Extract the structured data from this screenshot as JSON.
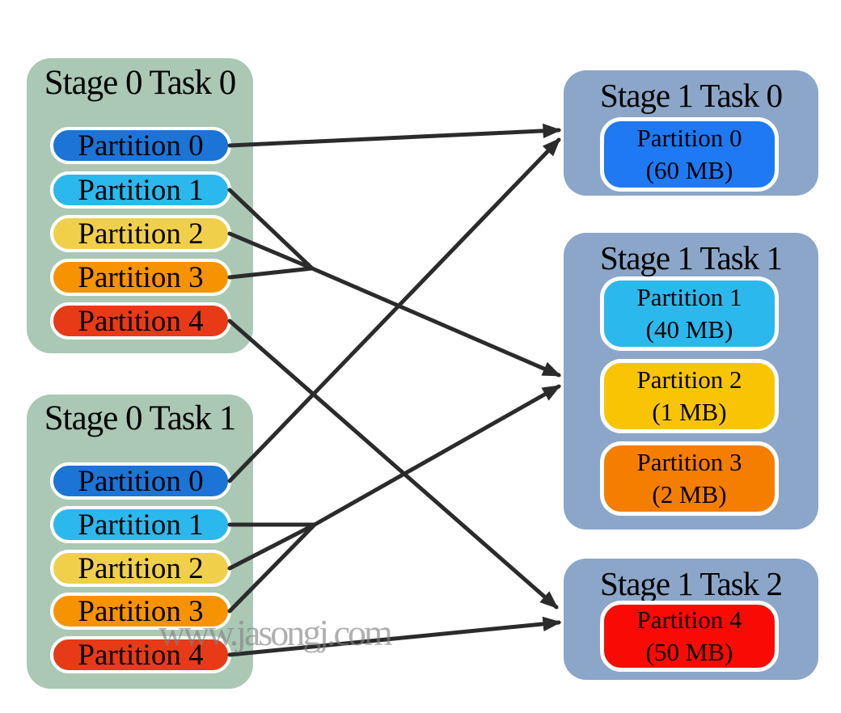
{
  "watermark": {
    "text": "www.jasongj.com"
  },
  "colors": {
    "background": "#ffffff",
    "stage0_box": "#aac8b4",
    "stage1_box": "#8ba6c8",
    "arrow": "#2b2b2b",
    "watermark": "#808080",
    "partition_border": "#ffffff"
  },
  "stage0_tasks": [
    {
      "title": "Stage 0 Task 0",
      "partitions": [
        {
          "label": "Partition 0",
          "color": "#1b74d6"
        },
        {
          "label": "Partition 1",
          "color": "#2bb8ec"
        },
        {
          "label": "Partition 2",
          "color": "#f0cf4b"
        },
        {
          "label": "Partition 3",
          "color": "#f79300"
        },
        {
          "label": "Partition 4",
          "color": "#e83a16"
        }
      ]
    },
    {
      "title": "Stage 0 Task 1",
      "partitions": [
        {
          "label": "Partition 0",
          "color": "#1b74d6"
        },
        {
          "label": "Partition 1",
          "color": "#2bb8ec"
        },
        {
          "label": "Partition 2",
          "color": "#f0cf4b"
        },
        {
          "label": "Partition 3",
          "color": "#f79300"
        },
        {
          "label": "Partition 4",
          "color": "#e83a16"
        }
      ]
    }
  ],
  "stage1_tasks": [
    {
      "title": "Stage 1 Task 0",
      "partitions": [
        {
          "label": "Partition 0",
          "size": "(60 MB)",
          "color": "#1e79f2"
        }
      ]
    },
    {
      "title": "Stage 1 Task 1",
      "partitions": [
        {
          "label": "Partition 1",
          "size": "(40 MB)",
          "color": "#2bb8ec"
        },
        {
          "label": "Partition 2",
          "size": "(1 MB)",
          "color": "#f8c404"
        },
        {
          "label": "Partition 3",
          "size": "(2 MB)",
          "color": "#f57e00"
        }
      ]
    },
    {
      "title": "Stage 1 Task 2",
      "partitions": [
        {
          "label": "Partition 4",
          "size": "(50 MB)",
          "color": "#fa0a04"
        }
      ]
    }
  ],
  "edges": [
    {
      "from": "stage0-task0-partition0",
      "to": "stage1-task0"
    },
    {
      "from": "stage0-task0-partition1",
      "to": "stage1-task1"
    },
    {
      "from": "stage0-task0-partition2",
      "to": "stage1-task1"
    },
    {
      "from": "stage0-task0-partition3",
      "to": "stage1-task1"
    },
    {
      "from": "stage0-task0-partition4",
      "to": "stage1-task2"
    },
    {
      "from": "stage0-task1-partition0",
      "to": "stage1-task0"
    },
    {
      "from": "stage0-task1-partition1",
      "to": "stage1-task1"
    },
    {
      "from": "stage0-task1-partition2",
      "to": "stage1-task1"
    },
    {
      "from": "stage0-task1-partition3",
      "to": "stage1-task1"
    },
    {
      "from": "stage0-task1-partition4",
      "to": "stage1-task2"
    }
  ]
}
